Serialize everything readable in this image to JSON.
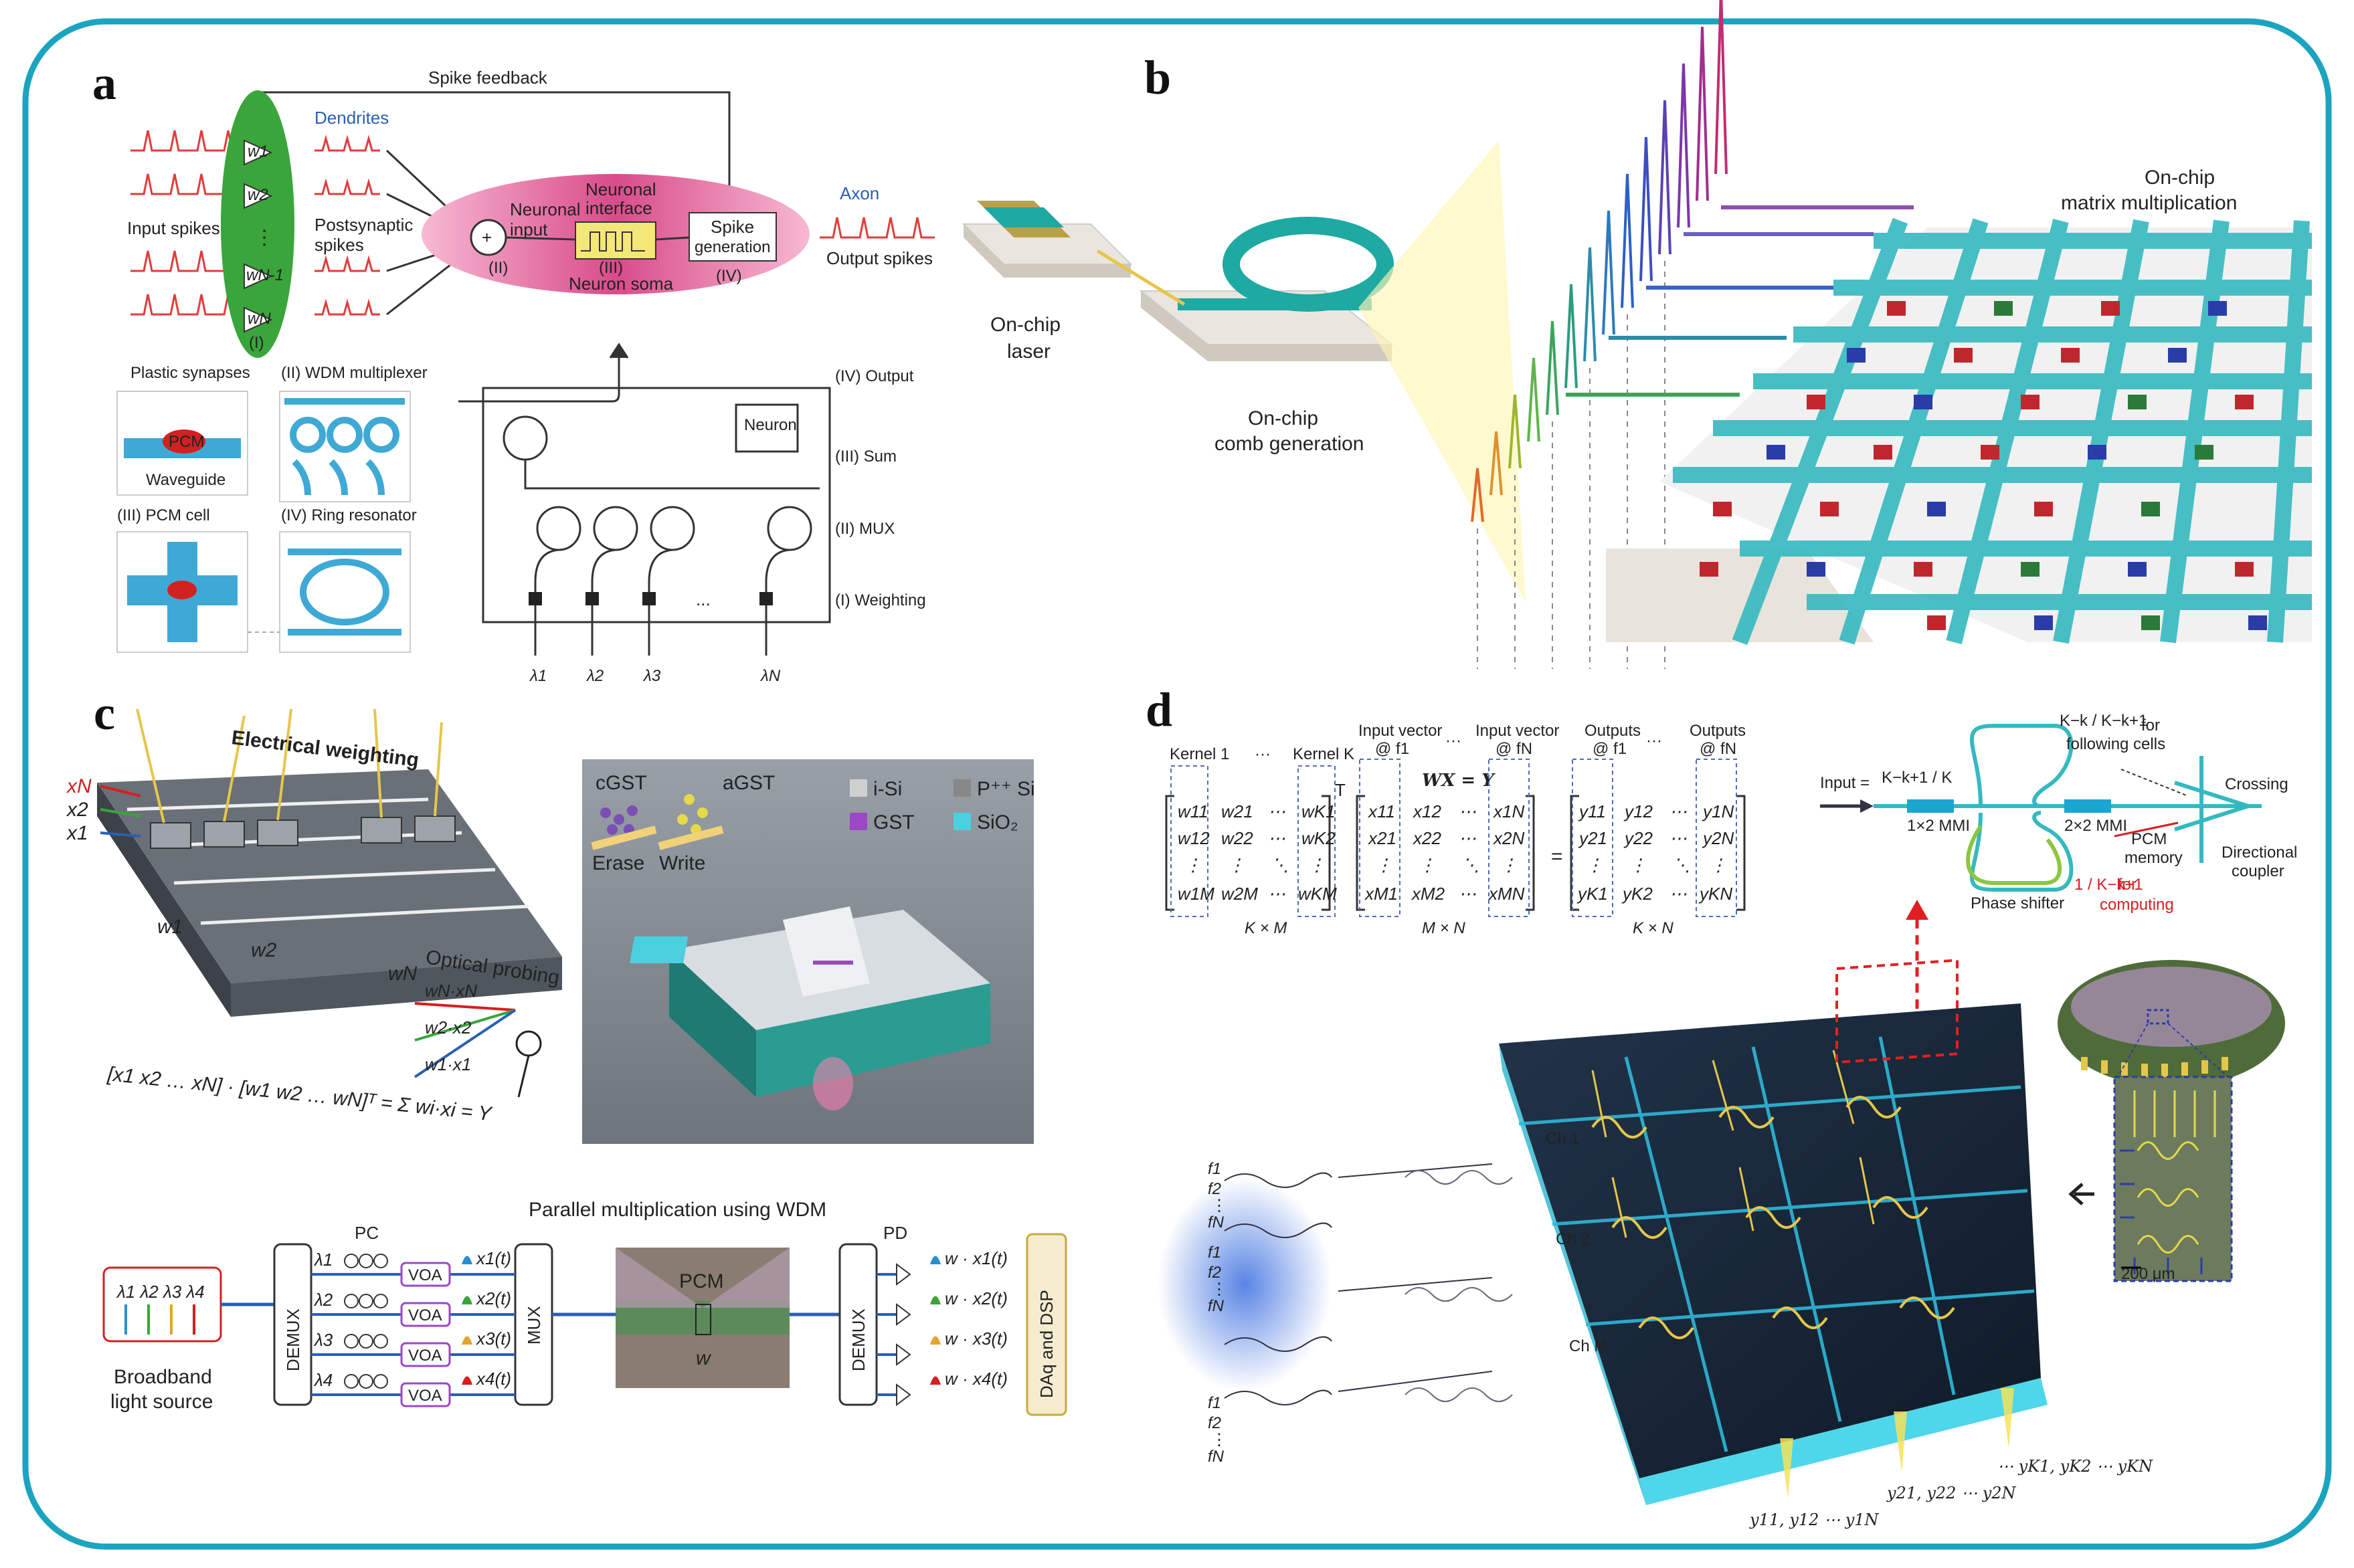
{
  "colors": {
    "frame": "#1ba4bf",
    "cyan": "#2fb7c5",
    "pink": "#d94b8a",
    "green": "#3aa53a",
    "red": "#d32020",
    "blue": "#2a5fb5",
    "chip": "#1d2a3a",
    "yellow": "#e6c64a"
  },
  "panels": {
    "a": {
      "label": "a",
      "spike_feedback": "Spike feedback",
      "dendrites": "Dendrites",
      "input_spikes": "Input spikes",
      "postsynaptic": "Postsynaptic",
      "spikes": "spikes",
      "neuronal_input": "Neuronal",
      "neuronal_input2": "input",
      "neuronal_interface": "Neuronal",
      "neuronal_interface2": "interface",
      "spike_gen": "Spike",
      "spike_gen2": "generation",
      "axon": "Axon",
      "output_spikes": "Output spikes",
      "neuron_soma": "Neuron soma",
      "roman_I": "(I)",
      "roman_II": "(II)",
      "roman_III": "(III)",
      "roman_IV": "(IV)",
      "plastic_synapses": "Plastic synapses",
      "wdm_mux": "(II) WDM multiplexer",
      "pcm": "PCM",
      "waveguide": "Waveguide",
      "pcm_cell": "(III) PCM cell",
      "ring_resonator": "(IV) Ring resonator",
      "out_label": "(IV) Output",
      "sum_label": "(III) Sum",
      "mux_label": "(II) MUX",
      "weighting_label": "(I) Weighting",
      "neuron_box": "Neuron",
      "lambdas": [
        "λ1",
        "λ2",
        "λ3",
        "λN"
      ],
      "dots": "...",
      "weights": [
        "w1",
        "w2",
        "⋮",
        "wN-1",
        "wN"
      ]
    },
    "b": {
      "label": "b",
      "laser": "On-chip",
      "laser2": "laser",
      "comb": "On-chip",
      "comb2": "comb generation",
      "matrix": "On-chip",
      "matrix2": "matrix multiplication"
    },
    "c": {
      "label": "c",
      "electrical": "Electrical weighting",
      "optical": "Optical probing",
      "xN": "xN",
      "x2": "x2",
      "x1": "x1",
      "w1": "w1",
      "w2": "w2",
      "wN": "wN",
      "wNxN": "wN·xN",
      "w2x2": "w2·x2",
      "w1x1": "w1·x1",
      "formula": "[x1 x2 … xN] · [w1 w2 … wN]ᵀ = Σ wi·xi = Y",
      "cgst": "cGST",
      "agst": "aGST",
      "erase": "Erase",
      "write": "Write",
      "legend": [
        "i-Si",
        "P⁺⁺ Si",
        "GST",
        "SiO₂"
      ],
      "wdm_title": "Parallel multiplication using WDM",
      "broadband": "Broadband",
      "light_source": "light source",
      "demux": "DEMUX",
      "mux": "MUX",
      "pc": "PC",
      "pd": "PD",
      "voa": "VOA",
      "pcm": "PCM",
      "w": "w",
      "daq": "DAq and DSP",
      "lambdas": [
        "λ1",
        "λ2",
        "λ3",
        "λ4"
      ],
      "x_outputs": [
        "x1(t)",
        "x2(t)",
        "x3(t)",
        "x4(t)"
      ],
      "w_outputs": [
        "w · x1(t)",
        "w · x2(t)",
        "w · x3(t)",
        "w · x4(t)"
      ],
      "source_lambdas": "λ1 λ2 λ3 λ4"
    },
    "d": {
      "label": "d",
      "kernel1": "Kernel 1",
      "kernelK": "Kernel K",
      "input_vec": "Input vector",
      "at_f1": "@ f1",
      "at_fN": "@ fN",
      "outputs": "Outputs",
      "wxy": "WX = Y",
      "dims": [
        "K × M",
        "M × N",
        "K × N"
      ],
      "w_matrix": [
        [
          "w11",
          "w21",
          "⋯",
          "wK1"
        ],
        [
          "w12",
          "w22",
          "⋯",
          "wK2"
        ],
        [
          "⋮",
          "⋮",
          "⋱",
          "⋮"
        ],
        [
          "w1M",
          "w2M",
          "⋯",
          "wKM"
        ]
      ],
      "x_matrix": [
        [
          "x11",
          "x12",
          "⋯",
          "x1N"
        ],
        [
          "x21",
          "x22",
          "⋯",
          "x2N"
        ],
        [
          "⋮",
          "⋮",
          "⋱",
          "⋮"
        ],
        [
          "xM1",
          "xM2",
          "⋯",
          "xMN"
        ]
      ],
      "y_matrix": [
        [
          "y11",
          "y12",
          "⋯",
          "y1N"
        ],
        [
          "y21",
          "y22",
          "⋯",
          "y2N"
        ],
        [
          "⋮",
          "⋮",
          "⋱",
          "⋮"
        ],
        [
          "yK1",
          "yK2",
          "⋯",
          "yKN"
        ]
      ],
      "input_eq": "Input =",
      "frac_in": "K−k+1 / K",
      "mmi1": "1×2 MMI",
      "mmi2": "2×2 MMI",
      "phase_shifter": "Phase shifter",
      "crossing": "Crossing",
      "directional": "Directional",
      "coupler": "coupler",
      "pcm_memory": "PCM",
      "memory": "memory",
      "following": "for",
      "following2": "following cells",
      "frac_follow": "K−k / K−k+1",
      "frac_comp": "1 / K−k+1",
      "for_comp": "for",
      "computing": "computing",
      "channels": [
        "Ch 1",
        "Ch 2",
        "Ch M"
      ],
      "outs": [
        "y11, y12 ⋯ y1N",
        "y21, y22 ⋯ y2N",
        "⋯  yK1, yK2 ⋯ yKN"
      ],
      "freqs": [
        "f1",
        "f2",
        "⋮",
        "fN"
      ],
      "scale": "200 μm"
    }
  }
}
